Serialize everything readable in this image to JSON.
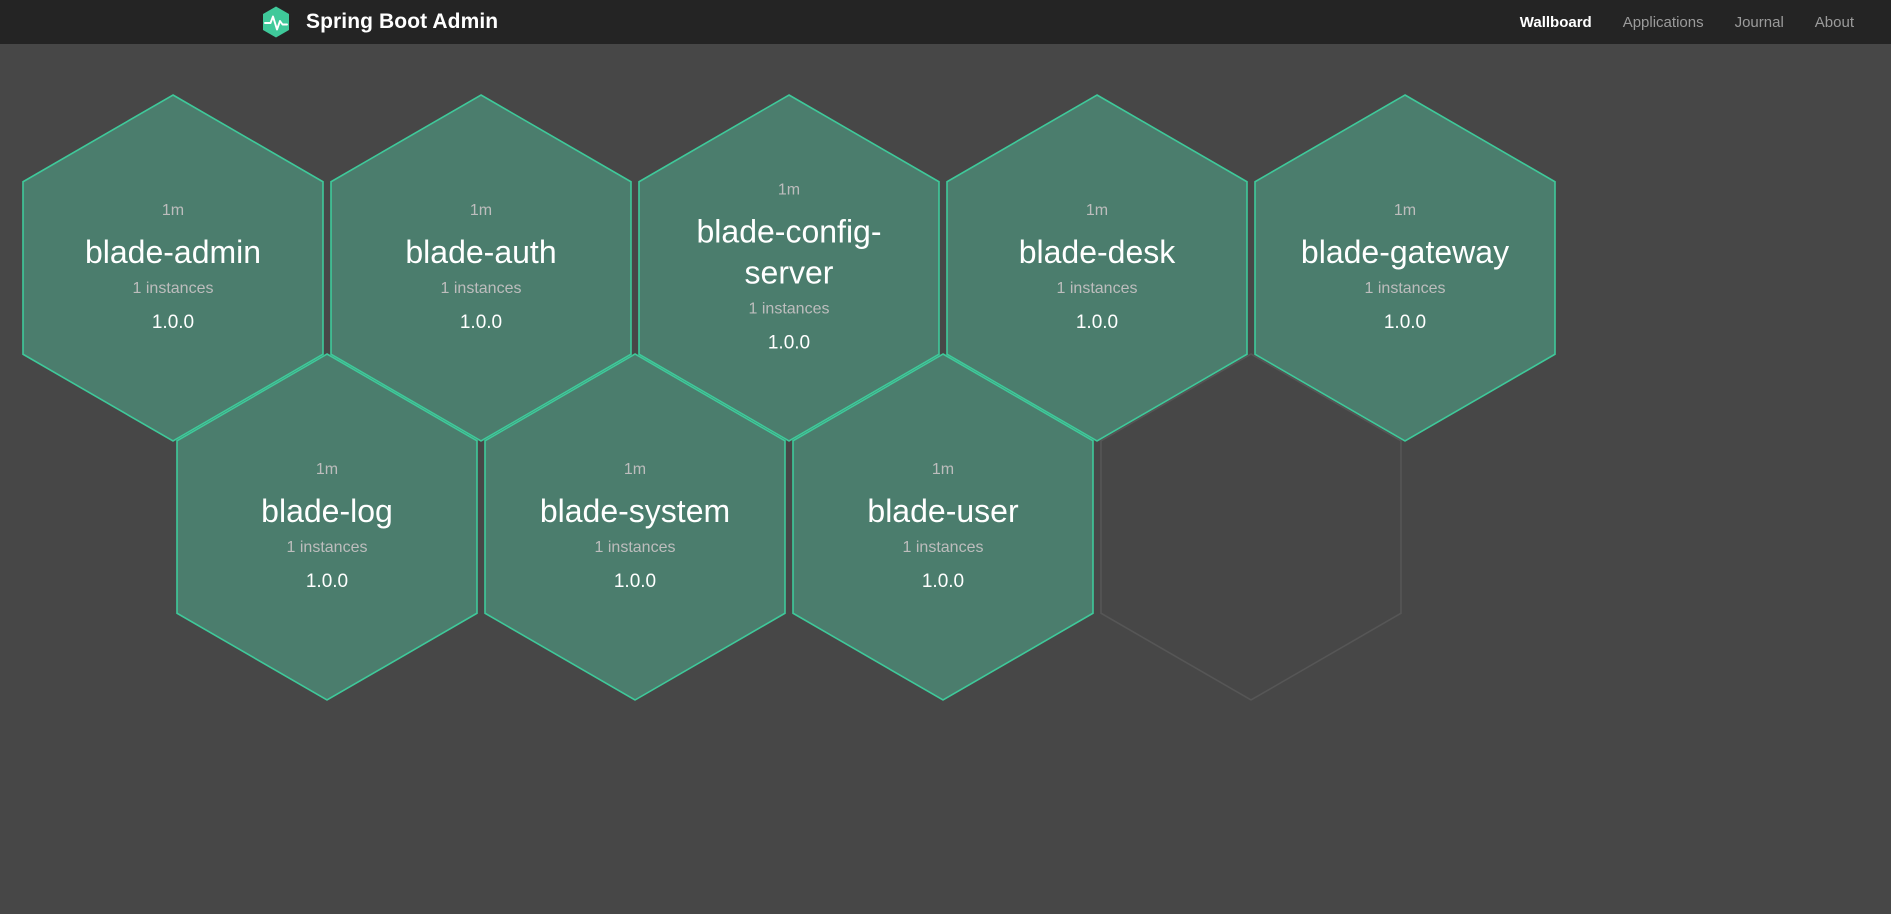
{
  "header": {
    "logo_icon": "heartbeat-hexagon-icon",
    "logo_color": "#3fc99a",
    "title": "Spring Boot Admin",
    "background": "#242424",
    "nav": [
      {
        "label": "Wallboard",
        "active": true
      },
      {
        "label": "Applications",
        "active": false
      },
      {
        "label": "Journal",
        "active": false
      },
      {
        "label": "About",
        "active": false
      }
    ]
  },
  "wallboard": {
    "background": "#474747",
    "hex_fill": "#4b7d6d",
    "hex_border": "#3fc99a",
    "empty_hex_border": "#565656",
    "applications": [
      {
        "status": "1m",
        "name": "blade-admin",
        "instances": "1 instances",
        "version": "1.0.0"
      },
      {
        "status": "1m",
        "name": "blade-auth",
        "instances": "1 instances",
        "version": "1.0.0"
      },
      {
        "status": "1m",
        "name": "blade-config-server",
        "instances": "1 instances",
        "version": "1.0.0"
      },
      {
        "status": "1m",
        "name": "blade-desk",
        "instances": "1 instances",
        "version": "1.0.0"
      },
      {
        "status": "1m",
        "name": "blade-gateway",
        "instances": "1 instances",
        "version": "1.0.0"
      },
      {
        "status": "1m",
        "name": "blade-log",
        "instances": "1 instances",
        "version": "1.0.0"
      },
      {
        "status": "1m",
        "name": "blade-system",
        "instances": "1 instances",
        "version": "1.0.0"
      },
      {
        "status": "1m",
        "name": "blade-user",
        "instances": "1 instances",
        "version": "1.0.0"
      }
    ]
  }
}
